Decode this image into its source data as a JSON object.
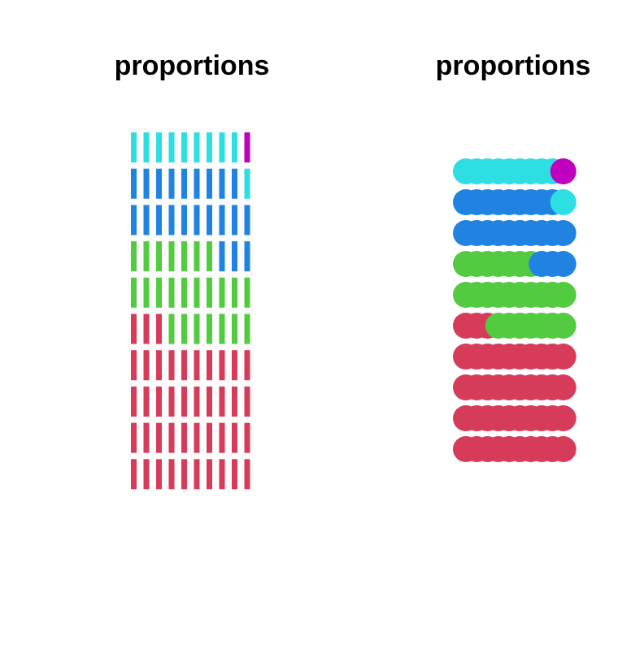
{
  "chart_data": [
    {
      "type": "waffle",
      "title": "proportions",
      "shape": "bar",
      "grid": {
        "rows": 10,
        "cols": 10
      },
      "fill_order": "bottom-to-top",
      "series": [
        {
          "name": "",
          "value": 43,
          "color": "#d63c5a"
        },
        {
          "name": "",
          "value": 24,
          "color": "#53cb41"
        },
        {
          "name": "",
          "value": 22,
          "color": "#2083e2"
        },
        {
          "name": "",
          "value": 10,
          "color": "#2ddfe2"
        },
        {
          "name": "",
          "value": 1,
          "color": "#bf00bf"
        }
      ]
    },
    {
      "type": "waffle",
      "title": "proportions",
      "shape": "circle",
      "grid": {
        "rows": 10,
        "cols": 10
      },
      "fill_order": "bottom-to-top",
      "series": [
        {
          "name": "",
          "value": 43,
          "color": "#d63c5a"
        },
        {
          "name": "",
          "value": 24,
          "color": "#53cb41"
        },
        {
          "name": "",
          "value": 22,
          "color": "#2083e2"
        },
        {
          "name": "",
          "value": 10,
          "color": "#2ddfe2"
        },
        {
          "name": "",
          "value": 1,
          "color": "#bf00bf"
        }
      ]
    }
  ]
}
